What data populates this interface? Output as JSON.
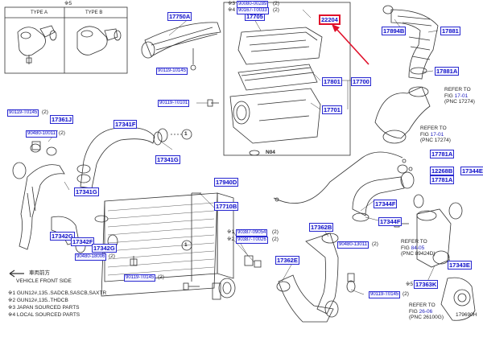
{
  "inset": {
    "note": "※5",
    "type_a": "TYPE A",
    "type_b": "TYPE B"
  },
  "callouts": {
    "c17750A": "17750A",
    "c90119_10145_a": "90119-10145",
    "c17705": "17705",
    "c90080_00289": "90080-00289",
    "c90167_t0033": "90167-T0033",
    "c22204": "22204",
    "c17801": "17801",
    "c17700": "17700",
    "c90119_t0101": "90119-T0101",
    "c17701": "17701",
    "c17894B": "17894B",
    "c17881": "17881",
    "c17881A": "17881A",
    "c90119_t0145_a": "90119-T0145",
    "c17361J": "17361J",
    "c90480_10011": "90480-10011",
    "c17341F": "17341F",
    "c17341G": "17341G",
    "c17341G_b": "17341G",
    "c17781A_a": "17781A",
    "c12268B": "12268B",
    "c17344E": "17344E",
    "c17781A_b": "17781A",
    "c17940D": "17940D",
    "c17710B": "17710B",
    "c90387_09054": "90387-09054",
    "c90387_t0026": "90387-T0026",
    "c17344F": "17344F",
    "c17344F_b": "17344F",
    "c17342G": "17342G",
    "c17342F": "17342F",
    "c17342G_b": "17342G",
    "c90480_18006": "90480-18006",
    "c17362B": "17362B",
    "c90480_13011": "90480-13011",
    "c17362E": "17362E",
    "c90119_t0145_b": "90119-T0145",
    "c90119_t0145_c": "90119-T0145",
    "c17363K": "17363K",
    "c17343E": "17343E"
  },
  "qty": {
    "q2": "(2)",
    "q2b": "(2)",
    "q2c": "(2)",
    "q2d": "(2)",
    "q2e": "(2)",
    "q2f": "(2)",
    "q2g": "(2)",
    "q2h": "(2)",
    "q2i": "(2)",
    "q2j": "(2)",
    "q2k": "(2)"
  },
  "marks": {
    "n04": "N04",
    "one_a": "1",
    "one_b": "1",
    "x3": "※3",
    "x4": "※4",
    "x1": "※1",
    "x2": "※2",
    "x5": "※5",
    "x3b": "※3",
    "x5b": "※5"
  },
  "refs": {
    "r1": {
      "line1": "REFER TO",
      "line2": "FIG",
      "fig": "17-01",
      "line3": "(PNC 17274)"
    },
    "r2": {
      "line1": "REFER TO",
      "line2": "FIG",
      "fig": "17-01",
      "line3": "(PNC 17274)"
    },
    "r3": {
      "line1": "REFER TO",
      "line2": "FIG",
      "fig": "84-05",
      "line3": "(PNC 89424D)"
    },
    "r4": {
      "line1": "REFER TO",
      "line2": "FIG",
      "fig": "26-06",
      "line3": "(PNC 26100G)"
    }
  },
  "legend": {
    "front_jp": "車両前方",
    "front_en": "VEHICLE FRONT SIDE",
    "n1": "※1 GUN12#,135..SADCB,SASCB,SAXTR",
    "n2": "※2 GUN12#,135..THDCB",
    "n3": "※3 JAPAN SOURCED PARTS",
    "n4": "※4 LOCAL SOURCED PARTS"
  },
  "figure_id": "179690H",
  "colors": {
    "callout_text": "#1010c8",
    "callout_border": "#2a2ad0",
    "highlight": "#e0102a",
    "line": "#333333"
  }
}
